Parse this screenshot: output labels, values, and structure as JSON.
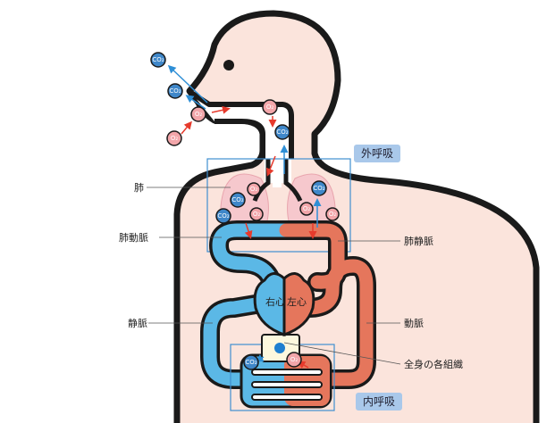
{
  "labels": {
    "lung": "肺",
    "pulmonary_artery": "肺動脈",
    "vein": "静脈",
    "external_respiration": "外呼吸",
    "pulmonary_vein": "肺静脈",
    "artery": "動脈",
    "body_tissues": "全身の各組織",
    "internal_respiration": "内呼吸",
    "right_heart": "右心",
    "left_heart": "左心"
  },
  "molecules": {
    "co2": "CO₂",
    "o2": "O₂"
  },
  "colors": {
    "skin": "#fbe4dc",
    "venous": "#5bb8e6",
    "arterial": "#e5765c",
    "co2": "#3f87c9",
    "o2": "#f2a6aa",
    "label_box": "#a9c8ea",
    "frame": "#3f8fd0"
  }
}
